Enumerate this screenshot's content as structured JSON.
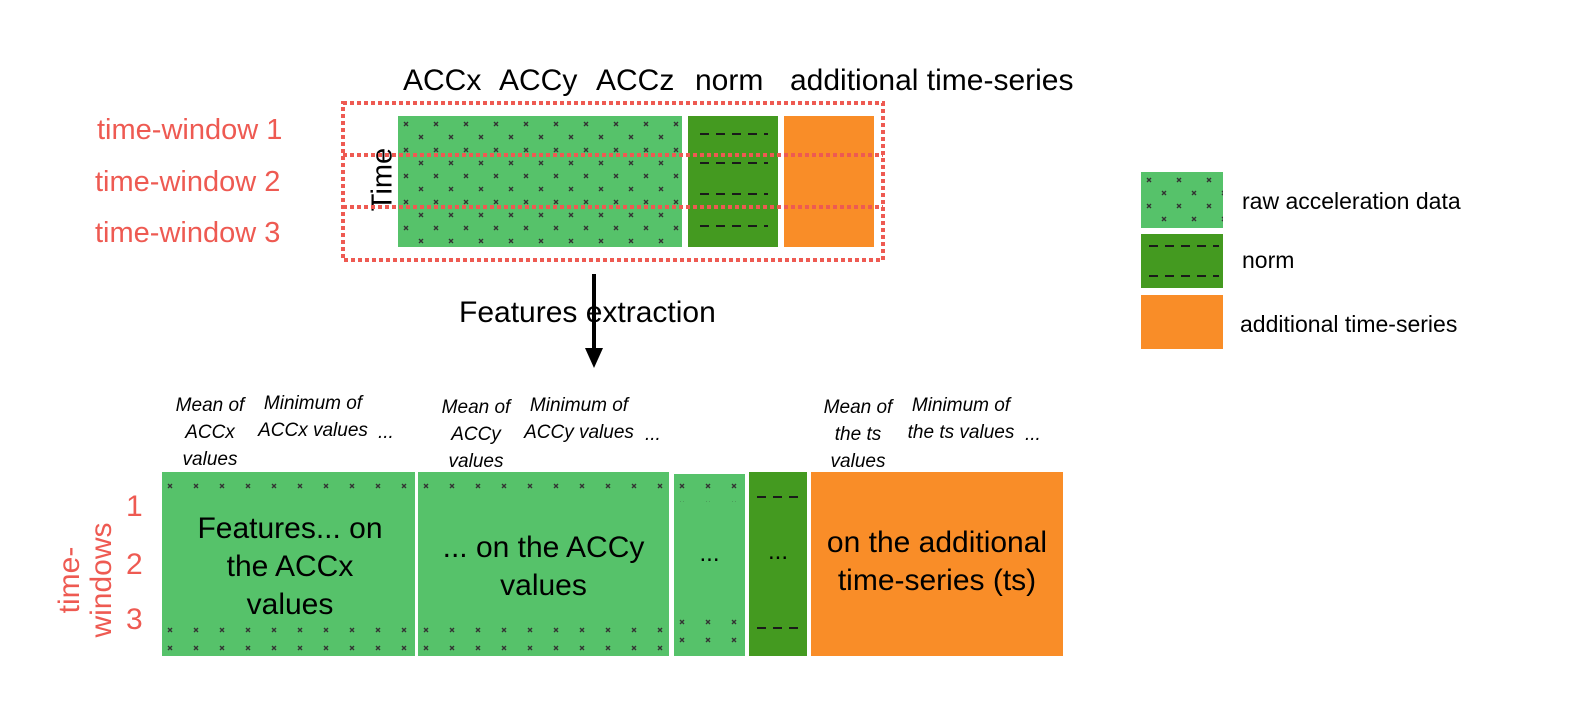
{
  "top": {
    "column_headers": [
      "ACCx",
      "ACCy",
      "ACCz",
      "norm",
      "additional time-series"
    ],
    "time_label": "Time",
    "windows": [
      "time-window 1",
      "time-window 2",
      "time-window 3"
    ]
  },
  "arrow_label": "Features extraction",
  "legend": [
    {
      "label": "raw acceleration data",
      "swatch": "hatched-green"
    },
    {
      "label": "norm",
      "swatch": "dashed-dark-green"
    },
    {
      "label": "additional time-series",
      "swatch": "orange"
    }
  ],
  "bottom": {
    "feature_headers": [
      {
        "text": "Mean of ACCx values"
      },
      {
        "text": "Minimum of ACCx values"
      },
      {
        "text": "..."
      },
      {
        "text": "Mean of ACCy values"
      },
      {
        "text": "Minimum of ACCy values"
      },
      {
        "text": "..."
      },
      {
        "text": "Mean of the ts values"
      },
      {
        "text": "Minimum of the ts values"
      },
      {
        "text": "..."
      }
    ],
    "row_axis_label": "time-windows",
    "row_numbers": [
      "1",
      "2",
      "3"
    ],
    "blocks": {
      "accx": "Features... on the ACCx values",
      "accy": "... on the ACCy values",
      "other_hatched": "...",
      "norm": "...",
      "ts": "on the additional time-series (ts)"
    }
  },
  "colors": {
    "raw_green": "#56c26a",
    "norm_green": "#449a20",
    "orange": "#f98d28",
    "window_red": "#ee5a52"
  }
}
